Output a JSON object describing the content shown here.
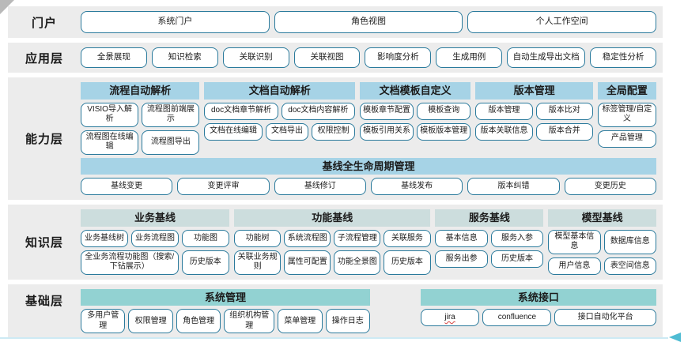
{
  "portal": {
    "label": "门户",
    "buttons": [
      "系统门户",
      "角色视图",
      "个人工作空间"
    ]
  },
  "app_layer": {
    "label": "应用层",
    "buttons": [
      "全景展现",
      "知识检索",
      "关联识别",
      "关联视图",
      "影响度分析",
      "生成用例",
      "自动生成导出文档",
      "稳定性分析"
    ]
  },
  "capability_layer": {
    "label": "能力层",
    "groups": [
      {
        "header": "流程自动解析",
        "rows": [
          [
            "VISIO导入解析",
            "流程图前端展示"
          ],
          [
            "流程图在线编辑",
            "流程图导出"
          ]
        ]
      },
      {
        "header": "文档自动解析",
        "rows": [
          [
            "doc文档章节解析",
            "doc文档内容解析"
          ],
          [
            "文档在线编辑",
            "文档导出",
            "权限控制"
          ]
        ]
      },
      {
        "header": "文档模板自定义",
        "rows": [
          [
            "模板章节配置",
            "模板查询"
          ],
          [
            "模板引用关系",
            "模板版本管理"
          ]
        ]
      },
      {
        "header": "版本管理",
        "rows": [
          [
            "版本管理",
            "版本比对"
          ],
          [
            "版本关联信息",
            "版本合并"
          ]
        ]
      },
      {
        "header": "全局配置",
        "rows": [
          [
            "标签管理/自定义"
          ],
          [
            "产品管理"
          ]
        ]
      }
    ],
    "baseline": {
      "header": "基线全生命周期管理",
      "buttons": [
        "基线变更",
        "变更评审",
        "基线修订",
        "基线发布",
        "版本纠错",
        "变更历史"
      ]
    }
  },
  "knowledge_layer": {
    "label": "知识层",
    "groups": [
      {
        "header": "业务基线",
        "rows": [
          [
            "业务基线树",
            "业务流程图",
            "功能图"
          ],
          [
            "全业务流程功能图（搜索/下钻展示）",
            "历史版本"
          ]
        ]
      },
      {
        "header": "功能基线",
        "rows": [
          [
            "功能树",
            "系统流程图",
            "子流程管理",
            "关联服务"
          ],
          [
            "关联业务规则",
            "属性可配置",
            "功能全景图",
            "历史版本"
          ]
        ]
      },
      {
        "header": "服务基线",
        "rows": [
          [
            "基本信息",
            "服务入参"
          ],
          [
            "服务出参",
            "历史版本"
          ]
        ]
      },
      {
        "header": "模型基线",
        "rows": [
          [
            "模型基本信息",
            "数据库信息"
          ],
          [
            "用户信息",
            "表空间信息"
          ]
        ]
      }
    ]
  },
  "base_layer": {
    "label": "基础层",
    "groups": [
      {
        "header": "系统管理",
        "rows": [
          [
            "多用户管理",
            "权限管理",
            "角色管理",
            "组织机构管理",
            "菜单管理",
            "操作日志"
          ]
        ]
      },
      {
        "header": "系统接口",
        "rows": [
          [
            "jira",
            "confluence",
            "接口自动化平台"
          ]
        ]
      }
    ]
  },
  "colors": {
    "band_background": "#ececec",
    "node_border": "#2a7a9c",
    "capability_header": "#a6d3e6",
    "knowledge_header": "#ccdddd",
    "base_header": "#92d2d2",
    "bottom_line": "#cdeaf4",
    "bottom_arrow": "#4fbcd3"
  }
}
